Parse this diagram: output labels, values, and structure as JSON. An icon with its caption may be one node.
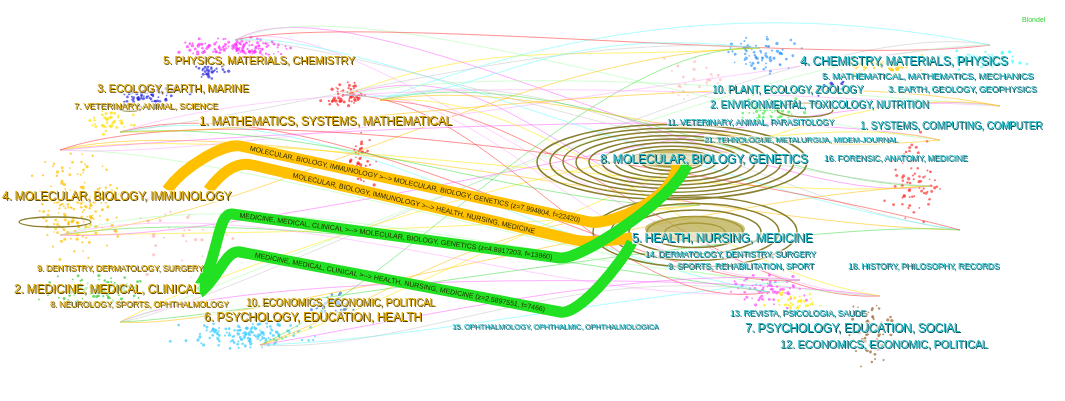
{
  "diagram": {
    "nodes": [
      {
        "text": [
          "5. PHYSICS, MATERIALS, CHEMISTRY"
        ]
      },
      {
        "text": [
          "3. ECOLOGY, EARTH, MARINE"
        ]
      },
      {
        "text": [
          "7. VETERINARY, ANIMAL, SCIENCE"
        ]
      },
      {
        "text": [
          "1. MATHEMATICS, SYSTEMS, MATHEMATICAL"
        ]
      },
      {
        "text": [
          "4. MOLECULAR, BIOLOGY, IMMUNOLOGY"
        ]
      },
      {
        "text": [
          "9. DENTISTRY, DERMATOLOGY, SURGERY"
        ]
      },
      {
        "text": [
          "2. MEDICINE, MEDICAL, CLINICAL"
        ]
      },
      {
        "text": [
          "8. NEUROLOGY, SPORTS, OPHTHALMOLOGY"
        ]
      },
      {
        "text": [
          "10. ECONOMICS, ECONOMIC, POLITICAL"
        ]
      },
      {
        "text": [
          "6. PSYCHOLOGY, EDUCATION, HEALTH"
        ]
      },
      {
        "text": [
          "4. CHEMISTRY, MATERIALS, PHYSICS"
        ]
      },
      {
        "text": [
          "5. MATHEMATICAL, MATHEMATICS, MECHANICS"
        ]
      },
      {
        "text": [
          "10. PLANT, ECOLOGY, ZOOLOGY"
        ]
      },
      {
        "text": [
          "3. EARTH, GEOLOGY, GEOPHYSICS"
        ]
      },
      {
        "text": [
          "2. ENVIRONMENTAL, TOXICOLOGY, NUTRITION"
        ]
      },
      {
        "text": [
          "11. VETERINARY, ANIMAL, PARASITOLOGY"
        ]
      },
      {
        "text": [
          "1. SYSTEMS, COMPUTING, COMPUTER"
        ]
      },
      {
        "text": [
          "21. TEHNOLOGIJE, METALURGIJA, MIDEM-JOURNAL"
        ]
      },
      {
        "text": [
          "8. MOLECULAR, BIOLOGY, GENETICS"
        ]
      },
      {
        "text": [
          "16. FORENSIC, ANATOMY, MEDICINE"
        ]
      },
      {
        "text": [
          "5. HEALTH, NURSING, MEDICINE"
        ]
      },
      {
        "text": [
          "14. DERMATOLOGY, DENTISTRY, SURGERY"
        ]
      },
      {
        "text": [
          "9. SPORTS, REHABILITATION, SPORT"
        ]
      },
      {
        "text": [
          "15. OPHTHALMOLOGY, OPHTHALMIC, OPHTHALMOLOGICA"
        ]
      },
      {
        "text": [
          "18. HISTORY, PHILOSOPHY, RECORDS"
        ]
      },
      {
        "text": [
          "13. REVISTA, PSICOLOGIA, SAUDE"
        ]
      },
      {
        "text": [
          "7. PSYCHOLOGY, EDUCATION, SOCIAL"
        ]
      },
      {
        "text": [
          "12. ECONOMICS, ECONOMIC, POLITICAL"
        ]
      }
    ],
    "edges": [
      {
        "from": 4,
        "to": 18,
        "arrow": "none",
        "color": "#ffc000",
        "label": "MOLECULAR, BIOLOGY, IMMUNOLOGY >--> MOLECULAR, BIOLOGY, GENETICS (z=7.994804, f=22420)"
      },
      {
        "from": 4,
        "to": 20,
        "arrow": "none",
        "color": "#ffc000",
        "label": "MOLECULAR, BIOLOGY, IMMUNOLOGY >--> HEALTH, NURSING, MEDICINE"
      },
      {
        "from": 6,
        "to": 18,
        "arrow": "none",
        "color": "#22e022",
        "label": "MEDICINE, MEDICAL, CLINICAL >--> MOLECULAR, BIOLOGY, GENETICS (z=4.8917203, f=13960)"
      },
      {
        "from": 6,
        "to": 20,
        "arrow": "none",
        "color": "#22e022",
        "label": "MEDICINE, MEDICAL, CLINICAL >--> HEALTH, NURSING, MEDICINE (z=2.5897551, f=7466)"
      }
    ],
    "labels": [
      "Blondel"
    ]
  }
}
